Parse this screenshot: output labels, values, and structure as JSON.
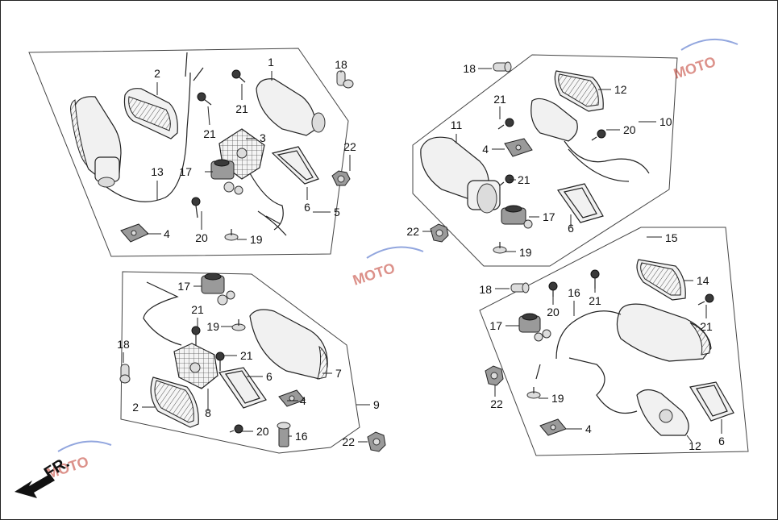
{
  "fr_marker": "FR.",
  "watermark": "MOTO",
  "callouts": [
    {
      "id": "g1-1",
      "label": "1"
    },
    {
      "id": "g1-2",
      "label": "2"
    },
    {
      "id": "g1-3",
      "label": "3"
    },
    {
      "id": "g1-4",
      "label": "4"
    },
    {
      "id": "g1-5",
      "label": "5"
    },
    {
      "id": "g1-6",
      "label": "6"
    },
    {
      "id": "g1-13",
      "label": "13"
    },
    {
      "id": "g1-17",
      "label": "17"
    },
    {
      "id": "g1-18",
      "label": "18"
    },
    {
      "id": "g1-19",
      "label": "19"
    },
    {
      "id": "g1-20",
      "label": "20"
    },
    {
      "id": "g1-21a",
      "label": "21"
    },
    {
      "id": "g1-21b",
      "label": "21"
    },
    {
      "id": "g1-22",
      "label": "22"
    },
    {
      "id": "g2-18",
      "label": "18"
    },
    {
      "id": "g2-12",
      "label": "12"
    },
    {
      "id": "g2-10",
      "label": "10"
    },
    {
      "id": "g2-21a",
      "label": "21"
    },
    {
      "id": "g2-20",
      "label": "20"
    },
    {
      "id": "g2-11",
      "label": "11"
    },
    {
      "id": "g2-4",
      "label": "4"
    },
    {
      "id": "g2-21b",
      "label": "21"
    },
    {
      "id": "g2-17",
      "label": "17"
    },
    {
      "id": "g2-6",
      "label": "6"
    },
    {
      "id": "g2-22",
      "label": "22"
    },
    {
      "id": "g2-19",
      "label": "19"
    },
    {
      "id": "g3-17",
      "label": "17"
    },
    {
      "id": "g3-21a",
      "label": "21"
    },
    {
      "id": "g3-19",
      "label": "19"
    },
    {
      "id": "g3-21b",
      "label": "21"
    },
    {
      "id": "g3-18",
      "label": "18"
    },
    {
      "id": "g3-6",
      "label": "6"
    },
    {
      "id": "g3-7",
      "label": "7"
    },
    {
      "id": "g3-4",
      "label": "4"
    },
    {
      "id": "g3-2",
      "label": "2"
    },
    {
      "id": "g3-8",
      "label": "8"
    },
    {
      "id": "g3-9",
      "label": "9"
    },
    {
      "id": "g3-20",
      "label": "20"
    },
    {
      "id": "g3-16",
      "label": "16"
    },
    {
      "id": "g3-22",
      "label": "22"
    },
    {
      "id": "g4-15",
      "label": "15"
    },
    {
      "id": "g4-18",
      "label": "18"
    },
    {
      "id": "g4-20",
      "label": "20"
    },
    {
      "id": "g4-16",
      "label": "16"
    },
    {
      "id": "g4-21a",
      "label": "21"
    },
    {
      "id": "g4-14",
      "label": "14"
    },
    {
      "id": "g4-17",
      "label": "17"
    },
    {
      "id": "g4-21b",
      "label": "21"
    },
    {
      "id": "g4-22",
      "label": "22"
    },
    {
      "id": "g4-19",
      "label": "19"
    },
    {
      "id": "g4-4",
      "label": "4"
    },
    {
      "id": "g4-12",
      "label": "12"
    },
    {
      "id": "g4-6",
      "label": "6"
    }
  ]
}
